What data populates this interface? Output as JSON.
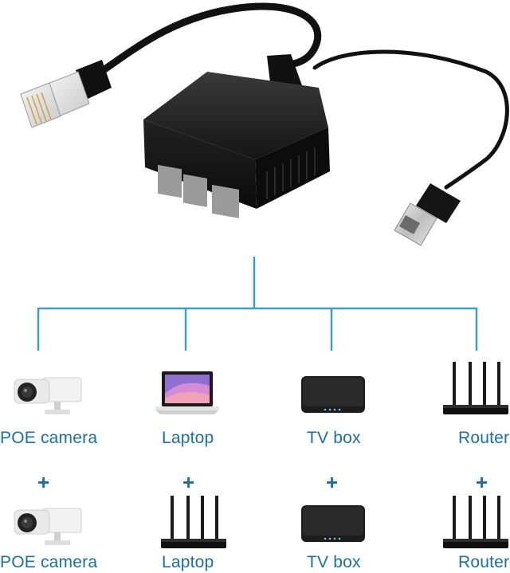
{
  "product": {
    "name": "RJ45 Ethernet splitter with USB power",
    "ports": 3
  },
  "row1": {
    "col1_label": "POE camera",
    "col2_label": "Laptop",
    "col3_label": "TV box",
    "col4_label": "Router"
  },
  "plus_sign": "+",
  "row2": {
    "col1_label": "POE camera",
    "col2_label": "Laptop",
    "col3_label": "TV box",
    "col4_label": "Router"
  },
  "colors": {
    "connector_line": "#3aa0c8",
    "label_text": "#1b6fa6",
    "device_body": "#1a1a1a"
  }
}
